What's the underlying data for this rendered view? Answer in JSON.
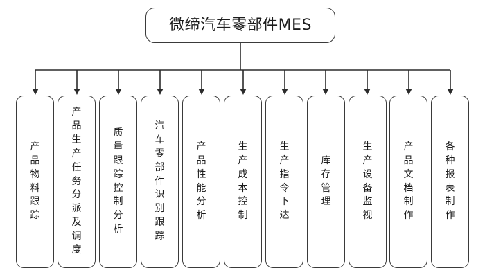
{
  "diagram": {
    "type": "tree-hierarchy",
    "orientation": "top-down-bus",
    "root": {
      "label": "微缔汽车零部件MES"
    },
    "nodes": [
      {
        "label": "产品物料跟踪"
      },
      {
        "label": "产品生产任务分派及调度"
      },
      {
        "label": "质量跟踪控制分析"
      },
      {
        "label": "汽车零部件识别跟踪"
      },
      {
        "label": "产品性能分析"
      },
      {
        "label": "生产成本控制"
      },
      {
        "label": "生产指令下达"
      },
      {
        "label": "库存管理"
      },
      {
        "label": "生产设备监视"
      },
      {
        "label": "产品文档制作"
      },
      {
        "label": "各种报表制作"
      }
    ],
    "colors": {
      "background": "#ffffff",
      "stroke": "#3a3a3a",
      "text": "#1c1c1c",
      "connector": "#2b2b2b"
    }
  }
}
